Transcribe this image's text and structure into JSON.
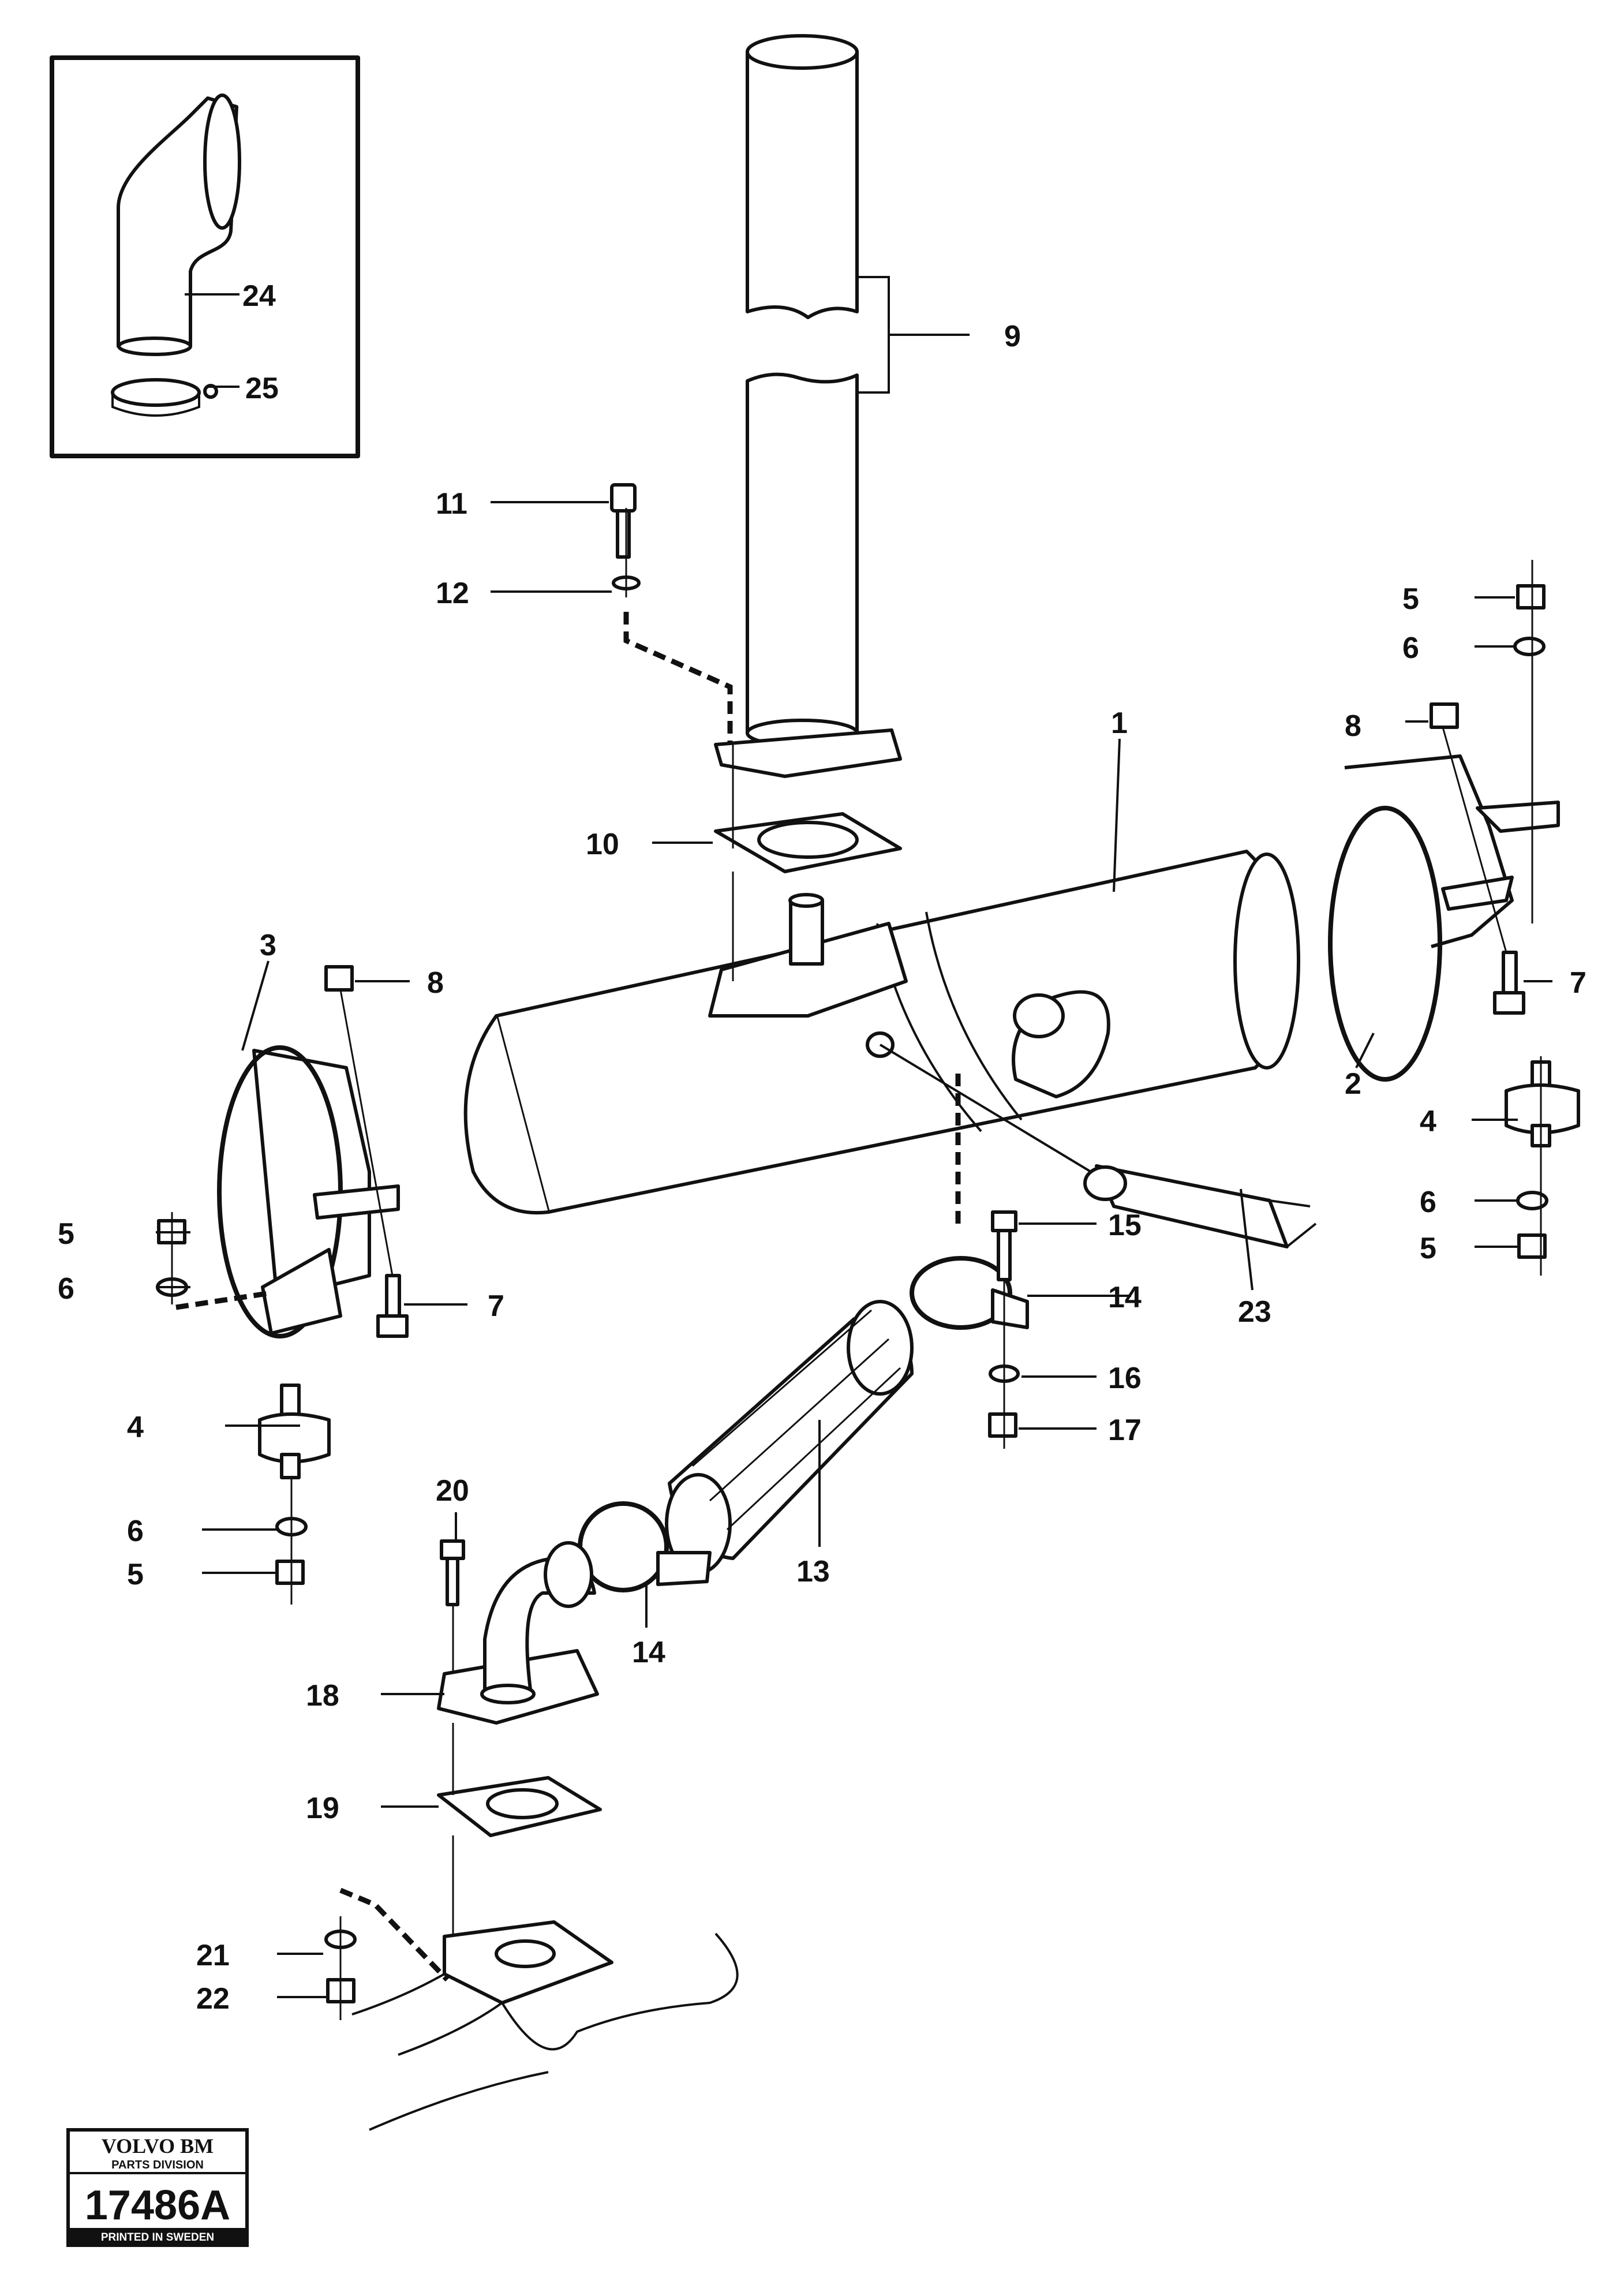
{
  "labels": {
    "l1": "1",
    "l2": "2",
    "l3": "3",
    "l4a": "4",
    "l4b": "4",
    "l5a": "5",
    "l5b": "5",
    "l5c": "5",
    "l5d": "5",
    "l6a": "6",
    "l6b": "6",
    "l6c": "6",
    "l6d": "6",
    "l7a": "7",
    "l7b": "7",
    "l8a": "8",
    "l8b": "8",
    "l9": "9",
    "l10": "10",
    "l11": "11",
    "l12": "12",
    "l13": "13",
    "l14a": "14",
    "l14b": "14",
    "l15": "15",
    "l16": "16",
    "l17": "17",
    "l18": "18",
    "l19": "19",
    "l20": "20",
    "l21": "21",
    "l22": "22",
    "l23": "23",
    "l24": "24",
    "l25": "25"
  },
  "stamp": {
    "brand": "VOLVO BM",
    "division": "PARTS DIVISION",
    "number": "17486A",
    "footer": "PRINTED IN SWEDEN"
  }
}
